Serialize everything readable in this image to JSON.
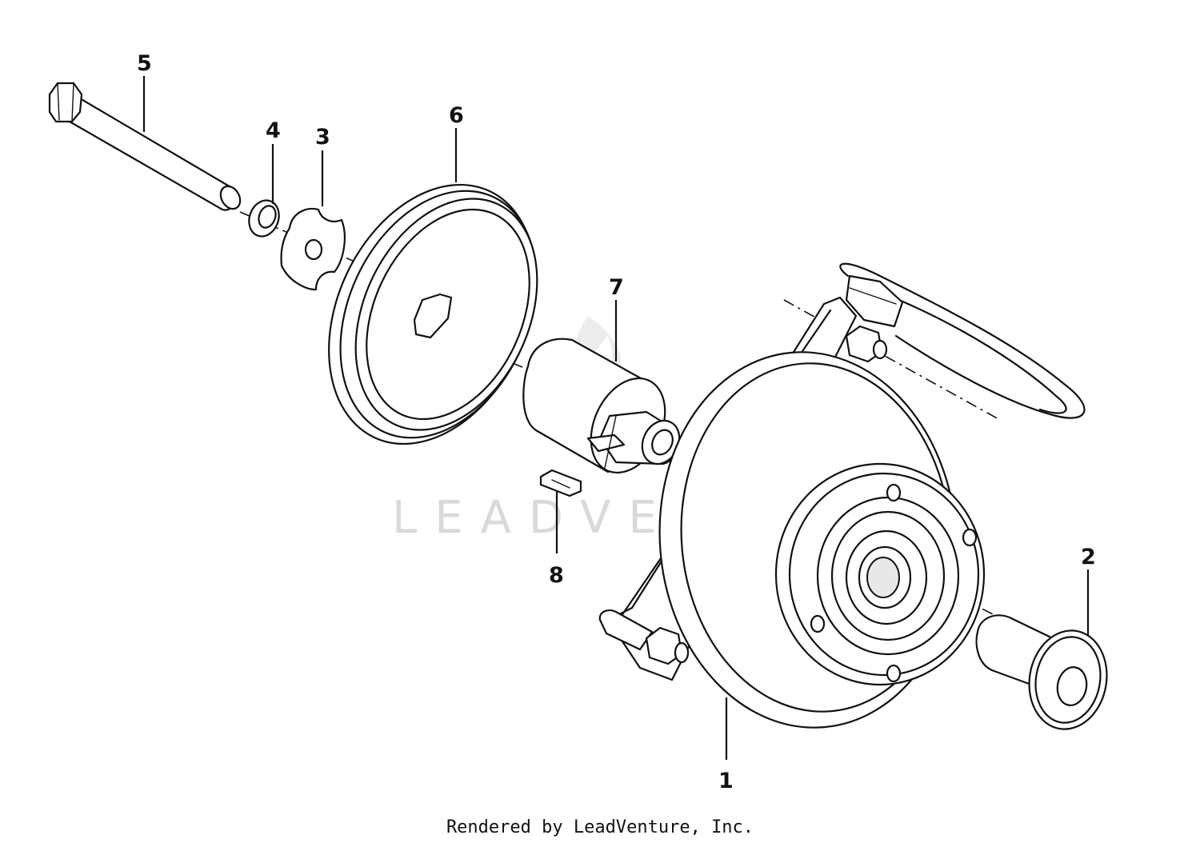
{
  "diagram": {
    "callouts": {
      "c1": "1",
      "c2": "2",
      "c3": "3",
      "c4": "4",
      "c5": "5",
      "c6": "6",
      "c7": "7",
      "c8": "8"
    },
    "watermark": "LEADVENTURE"
  },
  "footer": {
    "text": "Rendered by LeadVenture, Inc."
  }
}
